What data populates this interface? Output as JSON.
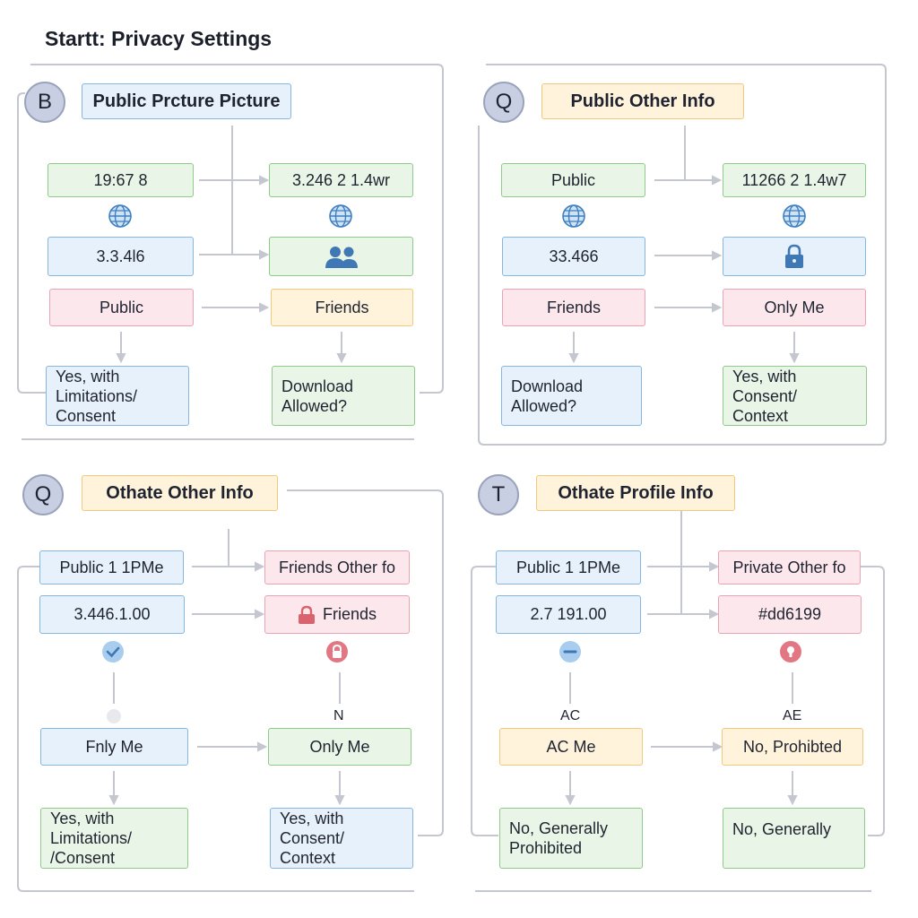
{
  "title": "Startt: Privacy Settings",
  "colors": {
    "green": "#e9f6e7",
    "green_border": "#8ecb88",
    "blue": "#e6f1fb",
    "blue_border": "#86b7e0",
    "pink": "#fce8ec",
    "pink_border": "#eaa3b1",
    "yellow": "#fff3dc",
    "yellow_border": "#f2c87a",
    "circle": "#c8cfe3",
    "connector": "#b8bcc6"
  },
  "panels": [
    {
      "badge": "B",
      "header": "Public Prcture Picture",
      "left_col": [
        "19:67 8",
        "3.3.4l6",
        "Public",
        "Yes, with Limitations/ Consent"
      ],
      "right_col": [
        "3.246 2 1.4wr",
        "",
        "Friends",
        "Download Allowed?"
      ],
      "icons": [
        "globe-icon",
        "globe-icon",
        "users-icon"
      ]
    },
    {
      "badge": "Q",
      "header": "Public Other Info",
      "left_col": [
        "Public",
        "33.466",
        "Friends",
        "Download Allowed?"
      ],
      "right_col": [
        "11266 2 1.4w7",
        "",
        "Only Me",
        "Yes, with Consent/ Context"
      ],
      "icons": [
        "globe-icon",
        "globe-icon",
        "lock-icon"
      ]
    },
    {
      "badge": "Q",
      "header": "Othate Other Info",
      "left_col": [
        "Public 1 1PMe",
        "3.446.1.00",
        "Fnly Me",
        "Yes, with Limitations/ /Consent"
      ],
      "right_col": [
        "Friends Other fo",
        "Friends",
        "Only Me",
        "Yes, with Consent/ Context"
      ],
      "mid_label": "N",
      "icons": [
        "check-icon",
        "lock-icon",
        "lock-badge-icon"
      ]
    },
    {
      "badge": "T",
      "header": "Othate Profile Info",
      "left_col": [
        "Public 1 1PMe",
        "2.7 191.00",
        "AC Me",
        "No, Generally Prohibited"
      ],
      "right_col": [
        "Private Other fo",
        "#dd6199",
        "No, Prohibted",
        "No, Generally"
      ],
      "mid_labels": [
        "AC",
        "AE"
      ],
      "icons": [
        "minus-icon",
        "keyhole-icon"
      ]
    }
  ]
}
